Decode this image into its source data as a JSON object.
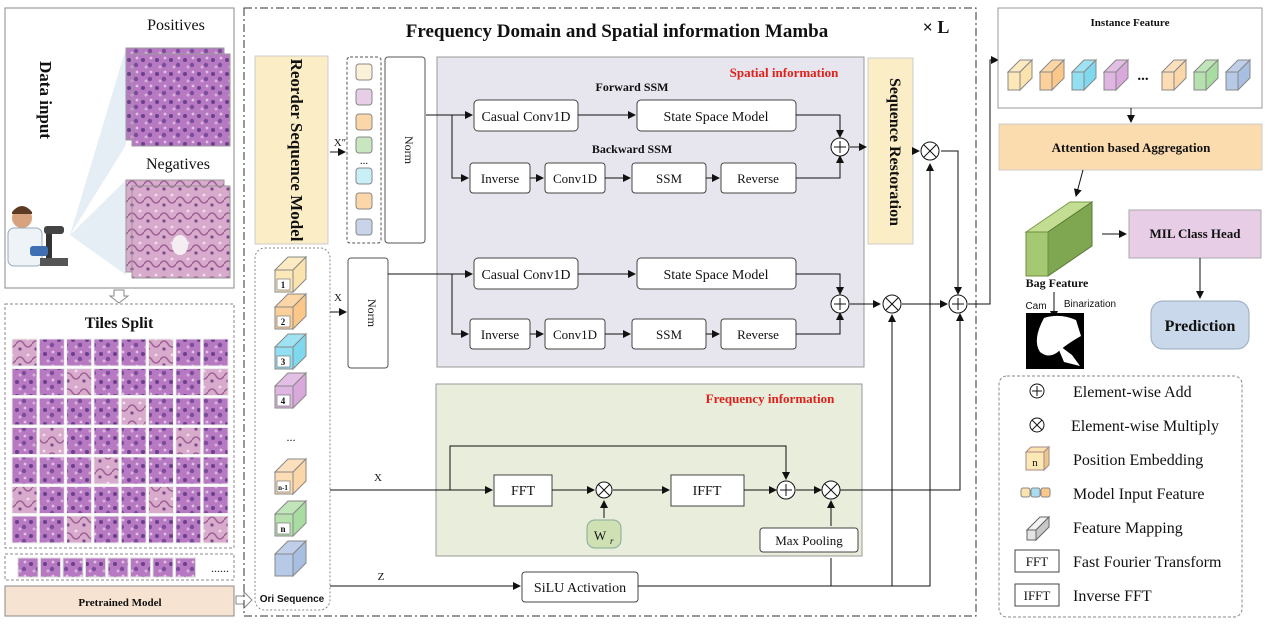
{
  "data_input": {
    "title": "Data input",
    "positives": "Positives",
    "negatives": "Negatives",
    "tiles_split": "Tiles Split",
    "ellipsis": "......",
    "pretrained_model": "Pretrained Model"
  },
  "fdsm": {
    "title": "Frequency Domain and Spatial information Mamba",
    "repeat": "× L",
    "reorder": "Reorder Sequence Model",
    "sequence_restoration": "Sequence Restoration",
    "norm": "Norm",
    "x_double_prime": "X″",
    "x": "X",
    "x_lower": "X",
    "z": "Z",
    "ellipsis": "...",
    "ori_sequence": "Ori Sequence",
    "seq_labels": [
      "1",
      "2",
      "3",
      "4",
      "...",
      "n-1",
      "n"
    ],
    "spatial": {
      "title": "Spatial information",
      "forward_ssm": "Forward SSM",
      "backward_ssm": "Backward SSM",
      "casual_conv1d": "Casual Conv1D",
      "state_space_model": "State Space Model",
      "inverse": "Inverse",
      "conv1d": "Conv1D",
      "ssm": "SSM",
      "reverse": "Reverse"
    },
    "frequency": {
      "title": "Frequency information",
      "fft": "FFT",
      "ifft": "IFFT",
      "wr": "W",
      "wr_sub": "r",
      "max_pooling": "Max Pooling"
    },
    "silu": "SiLU Activation"
  },
  "right": {
    "instance_feature": "Instance Feature",
    "instance_ellipsis": "...",
    "attention": "Attention based Aggregation",
    "bag_feature": "Bag Feature",
    "mil_head": "MIL Class Head",
    "cam": "Cam",
    "binarization": "Binarization",
    "prediction": "Prediction"
  },
  "legend": {
    "items": [
      {
        "symbol": "⊕",
        "label": "Element-wise Add"
      },
      {
        "symbol": "⊗",
        "label": "Element-wise Multiply"
      },
      {
        "symbol": "n",
        "label": "Position Embedding"
      },
      {
        "symbol": "",
        "label": "Model Input Feature"
      },
      {
        "symbol": "",
        "label": "Feature Mapping"
      },
      {
        "symbol": "FFT",
        "label": "Fast Fourier Transform"
      },
      {
        "symbol": "IFFT",
        "label": "Inverse FFT"
      }
    ]
  },
  "colors": {
    "reorder_fill": "#fbedc6",
    "spatial_fill": "#e7e6ee",
    "frequency_fill": "#e8eddc",
    "attention_fill": "#fbdcae",
    "mil_fill": "#e8cde6",
    "prediction_fill": "#c9d8ea",
    "pretrained_fill": "#f7e3d2",
    "red_title": "#e0201a",
    "cube_colors": [
      "#fbe3ad",
      "#fbc88a",
      "#7fd9ee",
      "#d9a9dc",
      "#fbd6a8",
      "#a9dca1",
      "#a9bfe2"
    ]
  }
}
